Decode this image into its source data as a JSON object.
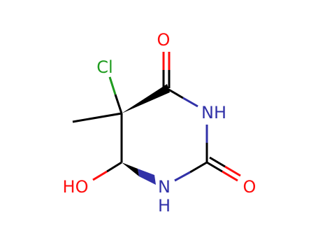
{
  "molecule": {
    "atoms": {
      "o_top": "O",
      "cl": "Cl",
      "nh_upper": "NH",
      "o_right": "O",
      "ho": "HO",
      "n_lower": "N",
      "h_lower": "H"
    },
    "colors": {
      "oxygen": "#ff0d0d",
      "chlorine": "#1f9c1f",
      "nitrogen": "#3131a8",
      "carbon": "#000000"
    }
  }
}
